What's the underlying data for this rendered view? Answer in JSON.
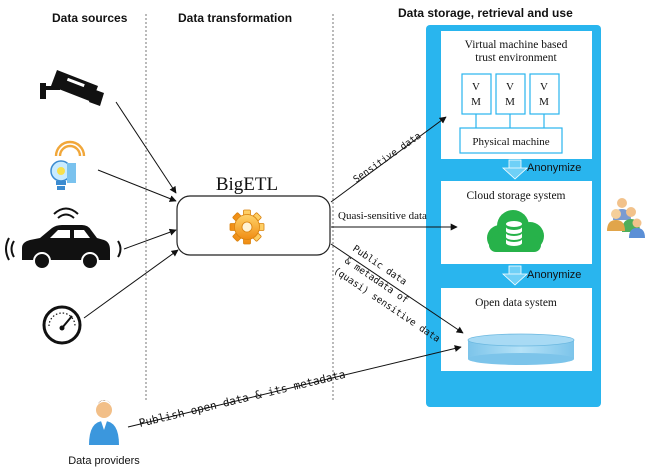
{
  "headers": {
    "data_sources": "Data sources",
    "data_transformation": "Data transformation",
    "storage": "Data storage, retrieval and use"
  },
  "etl": {
    "label": "BigETL",
    "icon": "gear-icon"
  },
  "vm_env": {
    "title_line1": "Virtual machine based",
    "title_line2": "trust environment",
    "vms": [
      {
        "line1": "V",
        "line2": "M"
      },
      {
        "line1": "V",
        "line2": "M"
      },
      {
        "line1": "V",
        "line2": "M"
      }
    ],
    "physical": "Physical machine"
  },
  "anonymize_1": "Anonymize",
  "cloud": {
    "title": "Cloud storage system",
    "icon": "cloud-database-icon"
  },
  "anonymize_2": "Anonymize",
  "open_data": {
    "title": "Open data system",
    "icon": "database-cylinder-icon"
  },
  "flows": {
    "sensitive": "Sensitive data",
    "quasi": "Quasi-sensitive data",
    "public_line1": "Public data",
    "public_line2": "& metadata of",
    "public_line3": "(quasi) sensitive data",
    "publish": "Publish open data & its metadata"
  },
  "sources": [
    {
      "name": "security-camera-icon"
    },
    {
      "name": "smart-bulb-icon"
    },
    {
      "name": "connected-car-icon"
    },
    {
      "name": "gauge-meter-icon"
    }
  ],
  "providers_label": "Data providers",
  "colors": {
    "panel": "#29b5ee",
    "panel_inner": "#ffffff",
    "cloud_green": "#27b24a",
    "cylinder": "#8fcff0",
    "gear": "#f5a623"
  }
}
